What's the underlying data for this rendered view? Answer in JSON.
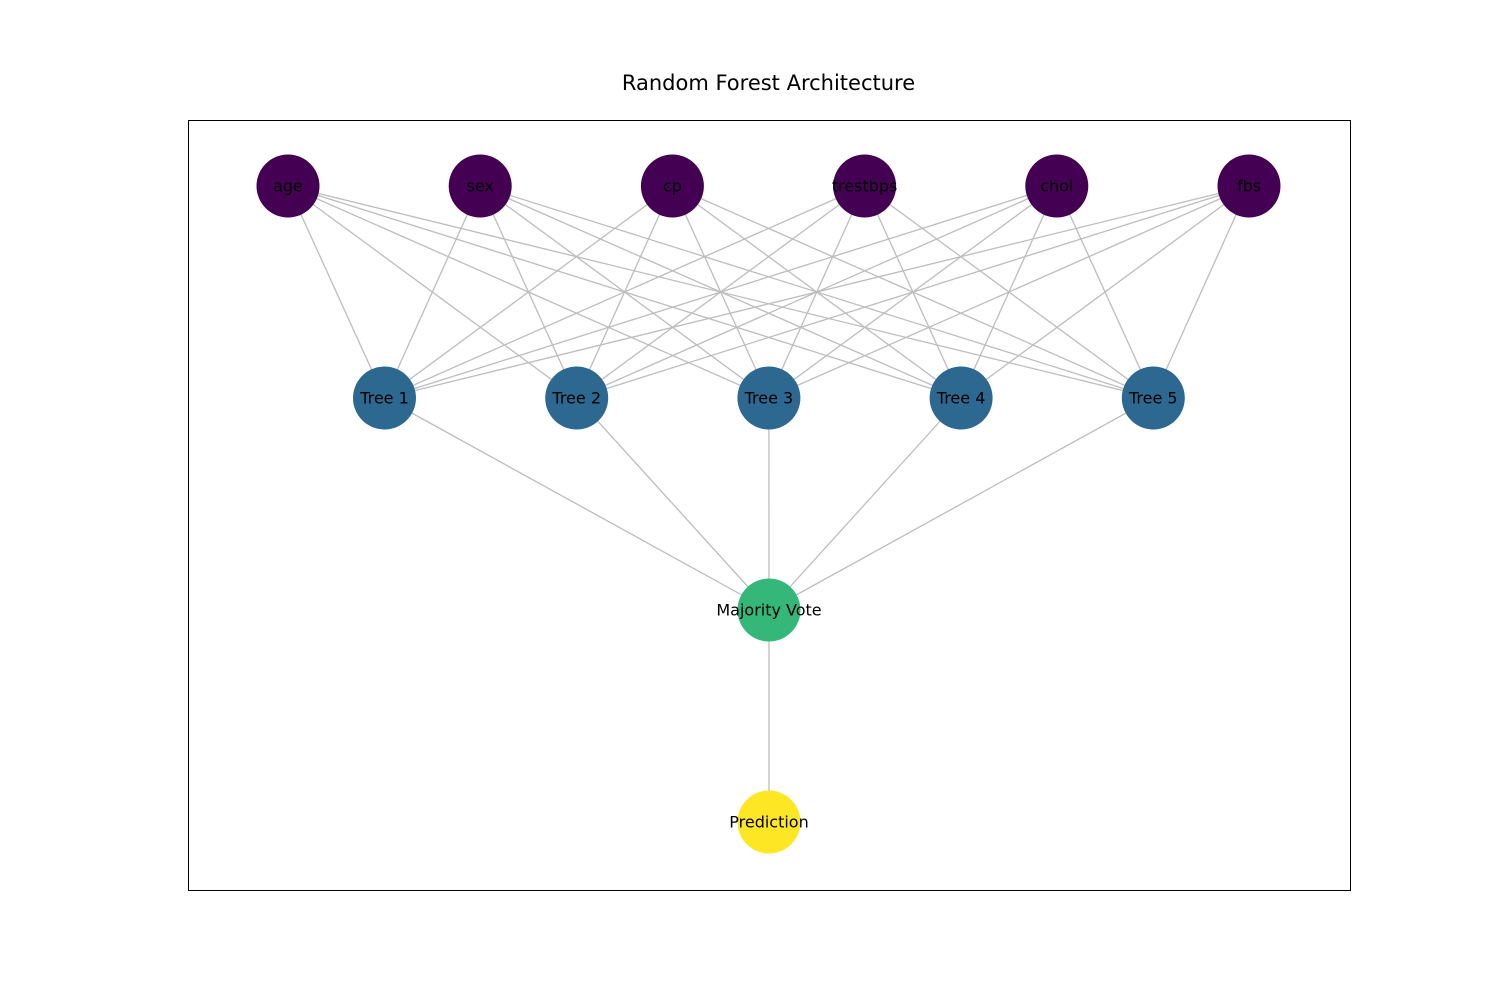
{
  "title": "Random Forest Architecture",
  "colors": {
    "feature": "#440154",
    "tree": "#2c6890",
    "vote": "#35b779",
    "prediction": "#fde725",
    "edge": "#bdbdbd",
    "frame": "#000000"
  },
  "nodes": {
    "features": [
      "age",
      "sex",
      "cp",
      "trestbps",
      "chol",
      "fbs"
    ],
    "trees": [
      "Tree 1",
      "Tree 2",
      "Tree 3",
      "Tree 4",
      "Tree 5"
    ],
    "vote": "Majority Vote",
    "prediction": "Prediction"
  },
  "edges": {
    "feature_to_tree": [
      [
        "age",
        "Tree 1"
      ],
      [
        "age",
        "Tree 2"
      ],
      [
        "age",
        "Tree 3"
      ],
      [
        "age",
        "Tree 4"
      ],
      [
        "age",
        "Tree 5"
      ],
      [
        "sex",
        "Tree 1"
      ],
      [
        "sex",
        "Tree 2"
      ],
      [
        "sex",
        "Tree 3"
      ],
      [
        "sex",
        "Tree 4"
      ],
      [
        "sex",
        "Tree 5"
      ],
      [
        "cp",
        "Tree 1"
      ],
      [
        "cp",
        "Tree 2"
      ],
      [
        "cp",
        "Tree 3"
      ],
      [
        "cp",
        "Tree 4"
      ],
      [
        "cp",
        "Tree 5"
      ],
      [
        "trestbps",
        "Tree 1"
      ],
      [
        "trestbps",
        "Tree 2"
      ],
      [
        "trestbps",
        "Tree 3"
      ],
      [
        "trestbps",
        "Tree 4"
      ],
      [
        "trestbps",
        "Tree 5"
      ],
      [
        "chol",
        "Tree 1"
      ],
      [
        "chol",
        "Tree 2"
      ],
      [
        "chol",
        "Tree 3"
      ],
      [
        "chol",
        "Tree 4"
      ],
      [
        "chol",
        "Tree 5"
      ],
      [
        "fbs",
        "Tree 1"
      ],
      [
        "fbs",
        "Tree 2"
      ],
      [
        "fbs",
        "Tree 3"
      ],
      [
        "fbs",
        "Tree 4"
      ],
      [
        "fbs",
        "Tree 5"
      ]
    ],
    "tree_to_vote": [
      "Tree 1",
      "Tree 2",
      "Tree 3",
      "Tree 4",
      "Tree 5"
    ],
    "vote_to_prediction": true
  }
}
